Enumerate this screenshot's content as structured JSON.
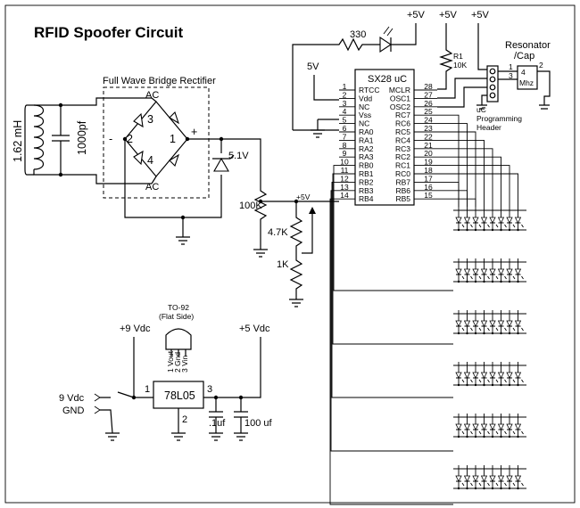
{
  "title": "RFID Spoofer Circuit",
  "tank": {
    "inductor": "1.62 mH",
    "capacitor": "1000pf"
  },
  "bridge": {
    "label": "Full Wave Bridge Rectifier",
    "ac": "AC",
    "d1": "1",
    "d2": "2",
    "d3": "3",
    "d4": "4",
    "minus": "-",
    "plus": "+"
  },
  "zener": {
    "label": "5.1V"
  },
  "divider": {
    "r100k": "100K",
    "r47k": "4.7K",
    "r1k": "1K",
    "vplus": "+5V"
  },
  "power": {
    "v5": "5V"
  },
  "led": {
    "resistor": "330",
    "vplus": "+5V"
  },
  "pullup": {
    "vplus": "+5V",
    "name": "R1",
    "value": "10K"
  },
  "resonator": {
    "vplus": "+5V",
    "label1": "Resonator",
    "label2": "/Cap",
    "freq1": "4",
    "freq2": "Mhz",
    "pin1": "1",
    "pin2": "2",
    "pin3": "3",
    "header_line1": "uC",
    "header_line2": "Programming",
    "header_line3": "Header"
  },
  "chip": {
    "name": "SX28 uC",
    "left_pins": [
      {
        "num": "1",
        "name": "RTCC"
      },
      {
        "num": "2",
        "name": "Vdd"
      },
      {
        "num": "3",
        "name": "NC"
      },
      {
        "num": "4",
        "name": "Vss"
      },
      {
        "num": "5",
        "name": "NC"
      },
      {
        "num": "6",
        "name": "RA0"
      },
      {
        "num": "7",
        "name": "RA1"
      },
      {
        "num": "8",
        "name": "RA2"
      },
      {
        "num": "9",
        "name": "RA3"
      },
      {
        "num": "10",
        "name": "RB0"
      },
      {
        "num": "11",
        "name": "RB1"
      },
      {
        "num": "12",
        "name": "RB2"
      },
      {
        "num": "13",
        "name": "RB3"
      },
      {
        "num": "14",
        "name": "RB4"
      }
    ],
    "right_pins": [
      {
        "num": "28",
        "name": "MCLR"
      },
      {
        "num": "27",
        "name": "OSC1"
      },
      {
        "num": "26",
        "name": "OSC2"
      },
      {
        "num": "25",
        "name": "RC7"
      },
      {
        "num": "24",
        "name": "RC6"
      },
      {
        "num": "23",
        "name": "RC5"
      },
      {
        "num": "22",
        "name": "RC4"
      },
      {
        "num": "21",
        "name": "RC3"
      },
      {
        "num": "20",
        "name": "RC2"
      },
      {
        "num": "19",
        "name": "RC1"
      },
      {
        "num": "18",
        "name": "RC0"
      },
      {
        "num": "17",
        "name": "RB7"
      },
      {
        "num": "16",
        "name": "RB6"
      },
      {
        "num": "15",
        "name": "RB5"
      }
    ]
  },
  "regulator": {
    "package": "TO-92",
    "package_note": "(Flat Side)",
    "pin1_name": "1 Vout",
    "pin2_name": "2 Gnd",
    "pin3_name": "3 Vin",
    "vin": "+9 Vdc",
    "vout": "+5 Vdc",
    "name": "78L05",
    "pin_in": "1",
    "pin_out": "3",
    "pin_gnd": "2",
    "battery_v": "9 Vdc",
    "battery_gnd": "GND",
    "cap1": ".1uf",
    "cap2": "100 uf"
  },
  "led_matrix": {
    "rows": 6,
    "leds_per_row": 8
  }
}
